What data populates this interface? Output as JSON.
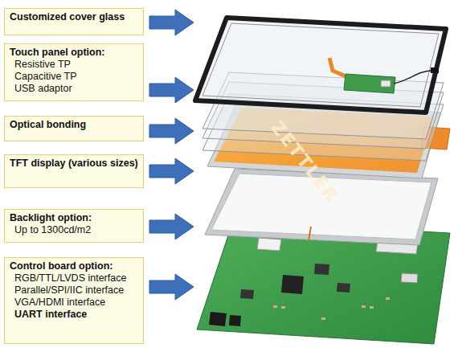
{
  "diagram": {
    "nodes": [
      {
        "text": [
          "Customized cover glass"
        ]
      },
      {
        "text": [
          "Touch panel option:",
          "Resistive TP",
          "Capacitive TP",
          "USB adaptor"
        ]
      },
      {
        "text": [
          "Optical bonding"
        ]
      },
      {
        "text": [
          "TFT display (various sizes)"
        ]
      },
      {
        "text": [
          "Backlight option:",
          "Up to 1300cd/m2"
        ]
      },
      {
        "text": [
          "Control board option:",
          "RGB/TTL/LVDS interface",
          "Parallel/SPI/IIC interface",
          "VGA/HDMI interface",
          "UART interface"
        ]
      }
    ],
    "edges": [],
    "labels": [
      "ZETTLER"
    ]
  }
}
